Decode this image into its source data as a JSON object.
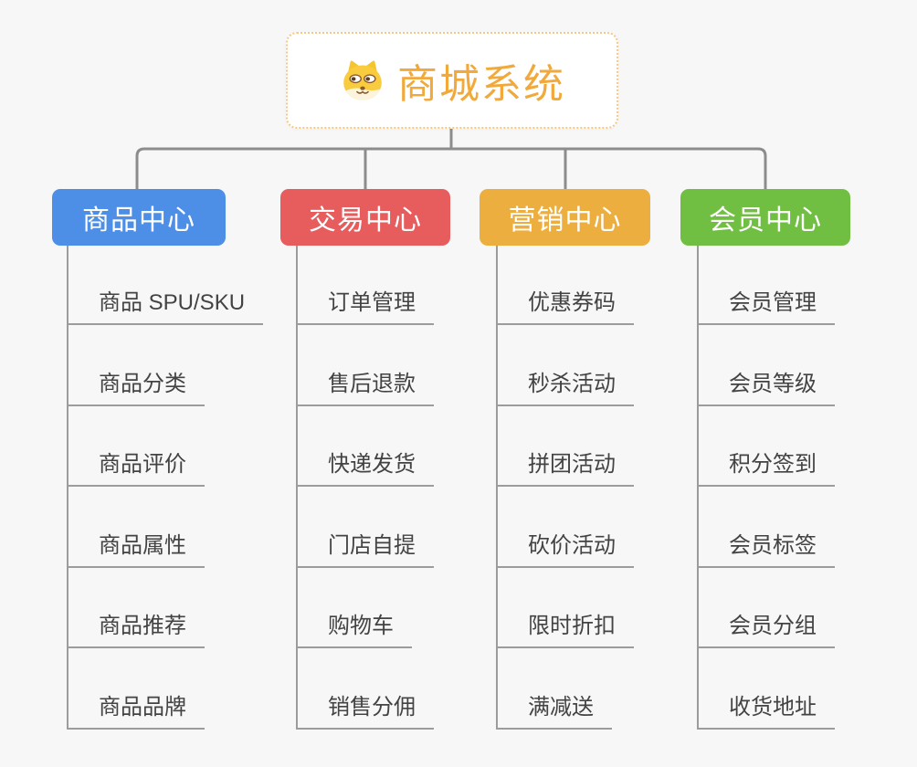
{
  "root": {
    "title": "商城系统",
    "icon": "dog-face-icon"
  },
  "branches": [
    {
      "label": "商品中心",
      "color": "#4D8FE6",
      "items": [
        "商品 SPU/SKU",
        "商品分类",
        "商品评价",
        "商品属性",
        "商品推荐",
        "商品品牌"
      ]
    },
    {
      "label": "交易中心",
      "color": "#E75C5C",
      "items": [
        "订单管理",
        "售后退款",
        "快递发货",
        "门店自提",
        "购物车",
        "销售分佣"
      ]
    },
    {
      "label": "营销中心",
      "color": "#ECAE3E",
      "items": [
        "优惠券码",
        "秒杀活动",
        "拼团活动",
        "砍价活动",
        "限时折扣",
        "满减送"
      ]
    },
    {
      "label": "会员中心",
      "color": "#70BF43",
      "items": [
        "会员管理",
        "会员等级",
        "积分签到",
        "会员标签",
        "会员分组",
        "收货地址"
      ]
    }
  ],
  "colors": {
    "root_accent": "#F2A93B",
    "root_border": "#F6C97F",
    "connector": "#8C8C8C",
    "underline": "#9C9C9C",
    "item_text": "#434343",
    "node_text": "#FFFFFF",
    "background": "#F7F7F7"
  }
}
